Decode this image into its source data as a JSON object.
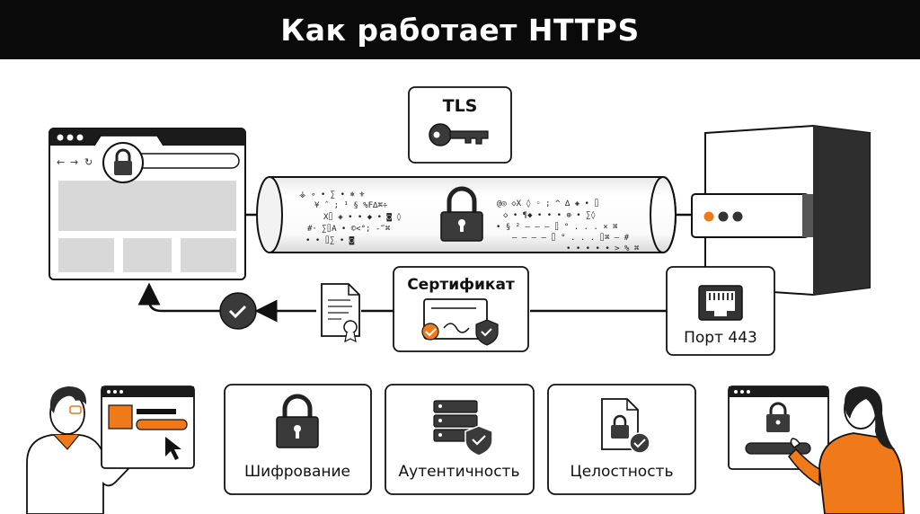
{
  "title": "Как работает HTTPS",
  "tls": {
    "label": "TLS",
    "icon": "key-icon"
  },
  "certificate": {
    "label": "Сертификат"
  },
  "port": {
    "label": "Порт 443"
  },
  "cipher_lines_left": [
    "⚶ ∘ • ∑ • ⎈  ⚜",
    "¥ ˆ ; ¹ § %F∆⌘÷",
    "X⌷ ◈ • • ◆ • ◙ ◊",
    "#· ∑⌷A • ©<°; -‴⌘",
    "• • ⌷∑ • ◙"
  ],
  "cipher_lines_right": [
    "@◎ ◇X ◊ ◦ ; ^ ∆ ◈ • ⌷",
    "◇ • ¶◆ • • • ⊕ • ∑◊",
    "• § ² – – – ⌷ ° . . . × ⌘",
    "– – – – ⌷ ° . . . ⌷⌘ – #",
    "• • • • • > % ⌘"
  ],
  "features": [
    {
      "label": "Шифрование",
      "icon": "padlock-icon"
    },
    {
      "label": "Аутентичность",
      "icon": "server-shield-icon"
    },
    {
      "label": "Целостность",
      "icon": "document-lock-icon"
    }
  ],
  "colors": {
    "accent": "#f07a1a",
    "dark": "#2b2b2b",
    "title_bg": "#0a0a0a"
  }
}
